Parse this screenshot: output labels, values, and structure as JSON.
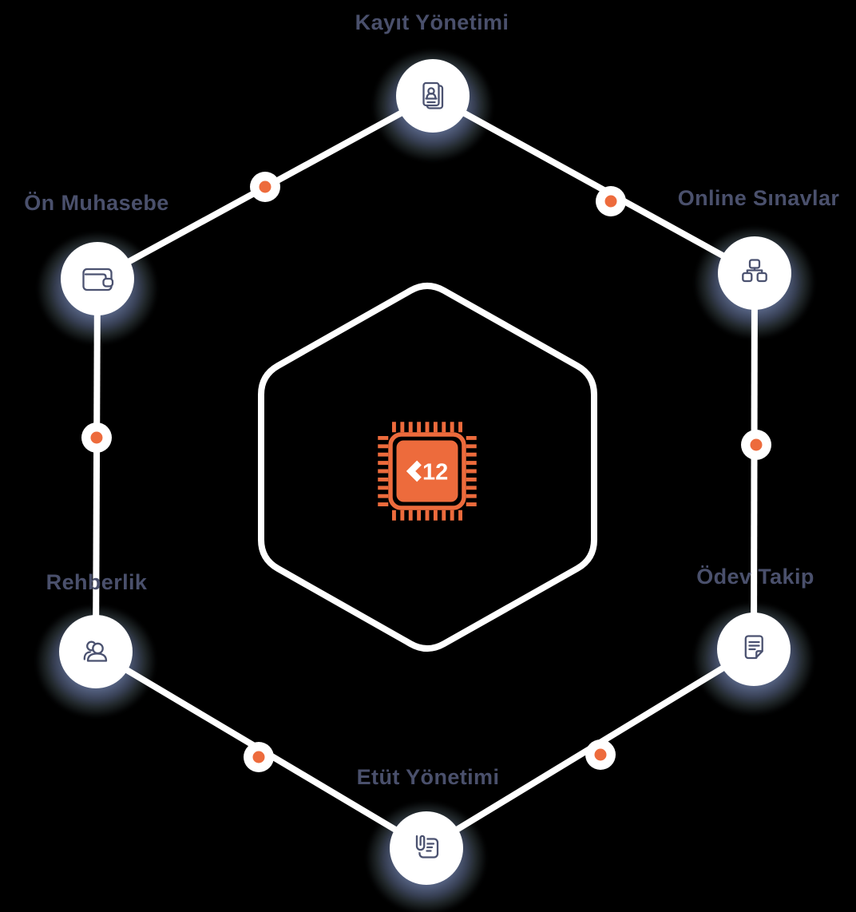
{
  "page": {
    "background": "#000000"
  },
  "center_chip": {
    "brand": "K12",
    "brand_number": "12",
    "color": "#ED6B3C"
  },
  "diagram": {
    "nodes": [
      {
        "label": "Kayıt Yönetimi",
        "icon": "id-card-icon",
        "position": "top"
      },
      {
        "label": "Online Sınavlar",
        "icon": "sitemap-icon",
        "position": "top-right"
      },
      {
        "label": "Ödev Takip",
        "icon": "document-icon",
        "position": "bottom-right"
      },
      {
        "label": "Etüt Yönetimi",
        "icon": "note-paperclip-icon",
        "position": "bottom"
      },
      {
        "label": "Rehberlik",
        "icon": "users-icon",
        "position": "bottom-left"
      },
      {
        "label": "Ön Muhasebe",
        "icon": "wallet-icon",
        "position": "top-left"
      }
    ],
    "colors": {
      "label_text": "#4A506C",
      "connector_line": "#FFFFFF",
      "node_circle": "#FFFFFF",
      "node_glow": "#8BA0D4",
      "accent_dot": "#ED6B3C",
      "icon_stroke": "#4B5270"
    }
  }
}
